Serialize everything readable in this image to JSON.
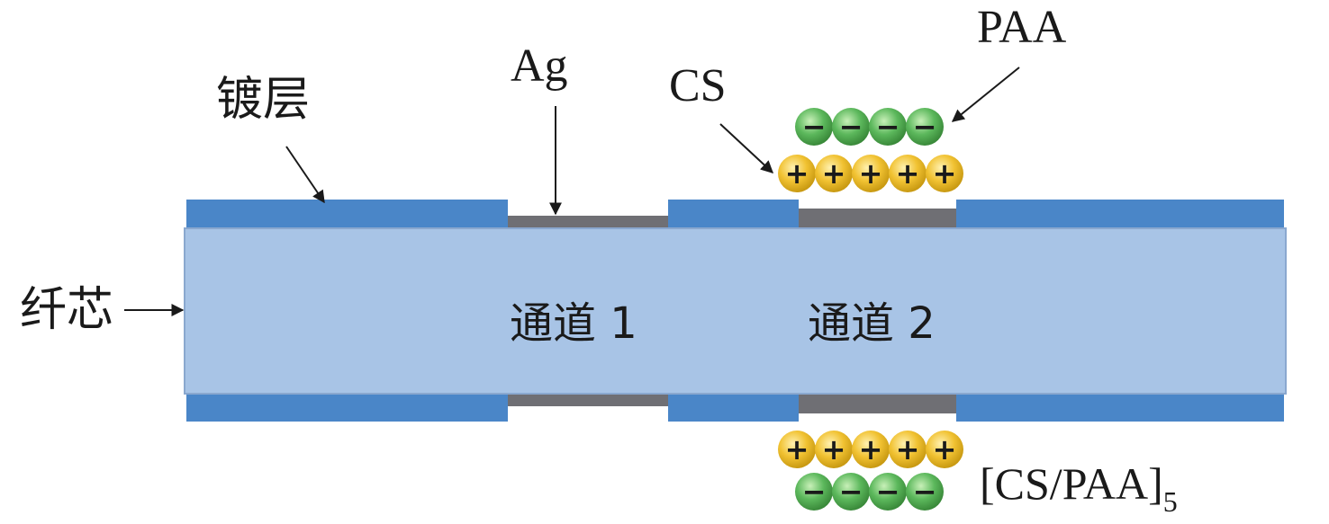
{
  "labels": {
    "cladding": "镀层",
    "core": "纤芯",
    "silver": "Ag",
    "chitosan": "CS",
    "polyacrylic_acid": "PAA",
    "channel_1": "通道 1",
    "channel_2": "通道 2",
    "multilayer": "[CS/PAA]",
    "multilayer_subscript": "5"
  },
  "particles": {
    "positive_sign": "+",
    "negative_sign": "−",
    "positive_count_per_row": 5,
    "negative_count_per_row": 4
  },
  "colors": {
    "core_fill": "#a8c4e6",
    "core_stroke": "#8aa8cf",
    "cladding": "#4a86c8",
    "silver_film": "#6f6f74",
    "positive_particle": "#f1c232",
    "negative_particle": "#5cb85c",
    "arrow": "#1a1a1a"
  }
}
